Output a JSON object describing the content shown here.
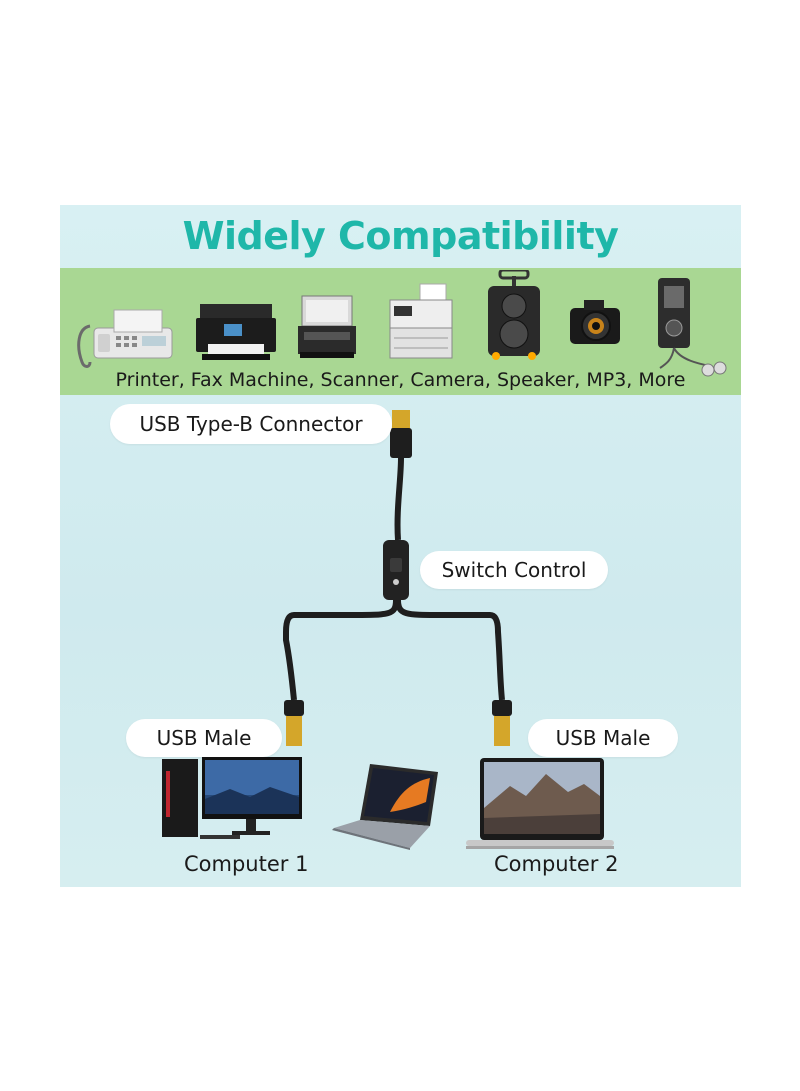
{
  "title": "Widely Compatibility",
  "devices_caption": "Printer, Fax Machine, Scanner, Camera, Speaker, MP3, More",
  "devices": [
    "fax-machine-icon",
    "printer-icon",
    "scanner-icon",
    "office-printer-icon",
    "speaker-icon",
    "camera-icon",
    "mp3-player-icon"
  ],
  "labels": {
    "usb_b": "USB Type-B Connector",
    "switch": "Switch Control",
    "usb_male_left": "USB Male",
    "usb_male_right": "USB Male",
    "computer1": "Computer 1",
    "computer2": "Computer 2"
  },
  "colors": {
    "title": "#1fb7a9",
    "band": "#a9d793",
    "panel": "#d2ecef",
    "cable": "#1e1e1e",
    "gold": "#d4a62a"
  }
}
